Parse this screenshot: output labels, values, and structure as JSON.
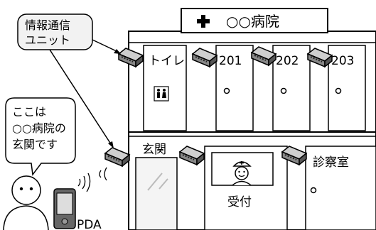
{
  "building": {
    "name": "○○病院",
    "cross_symbol": "cross-icon"
  },
  "callouts": {
    "unit_line1": "情報通信",
    "unit_line2": "ユニット",
    "speech_line1": "ここは",
    "speech_line2": "○○病院の",
    "speech_line3": "玄関です"
  },
  "rooms": {
    "toilet": "トイレ",
    "room201": "201",
    "room202": "202",
    "room203": "203",
    "entrance": "玄関",
    "reception": "受付",
    "exam": "診察室"
  },
  "device": {
    "label": "PDA"
  },
  "colors": {
    "stroke": "#000000",
    "unit_body": "#888888",
    "callout_fill": "#f2f2f2",
    "door_fill": "#ffffff",
    "glass_fill": "#f4f4f4"
  }
}
